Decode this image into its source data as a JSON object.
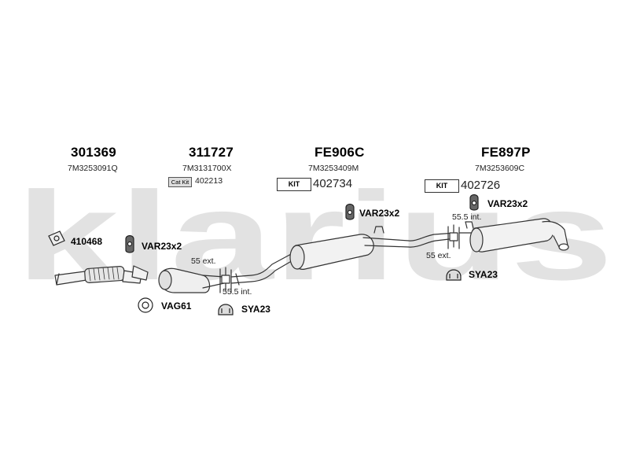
{
  "watermark": "klarius",
  "sections": [
    {
      "part_number": "301369",
      "oem": "7M3253091Q"
    },
    {
      "part_number": "311727",
      "oem": "7M3131700X",
      "cat_kit_label": "Cat Kit",
      "kit_number": "402213"
    },
    {
      "part_number": "FE906C",
      "oem": "7M3253409M",
      "kit_label": "KIT",
      "kit_number": "402734"
    },
    {
      "part_number": "FE897P",
      "oem": "7M3253609C",
      "kit_label": "KIT",
      "kit_number": "402726"
    }
  ],
  "fittings": {
    "gasket_410468": "410468",
    "var_left": "VAR23x2",
    "vag61": "VAG61",
    "sya23_left": "SYA23",
    "var_mid": "VAR23x2",
    "var_right": "VAR23x2",
    "sya23_right": "SYA23"
  },
  "dimensions": {
    "ext_left": "55 ext.",
    "int_left": "55.5 int.",
    "int_right": "55.5 int.",
    "ext_right": "55 ext."
  },
  "colors": {
    "watermark": "#e2e2e2",
    "line": "#333333",
    "part_fill": "#f2f2f2"
  }
}
